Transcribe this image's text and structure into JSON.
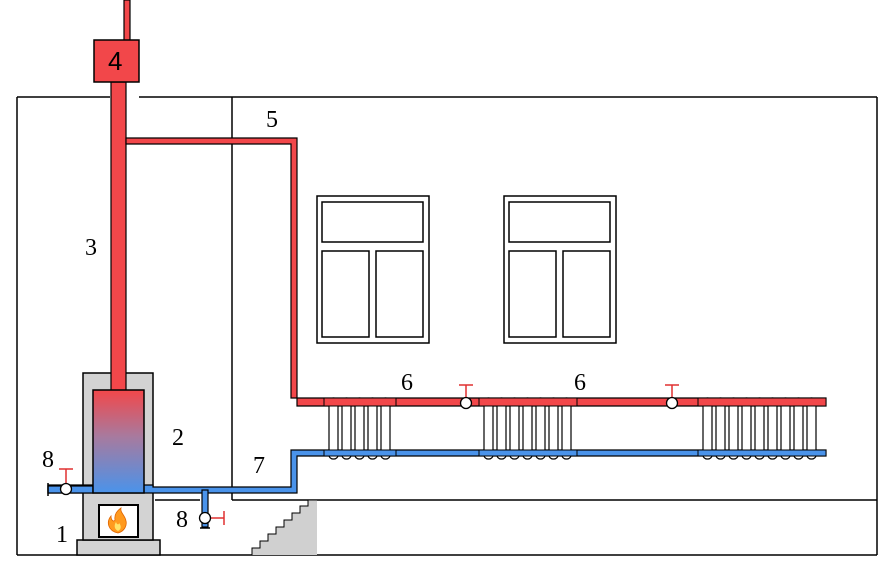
{
  "labels": {
    "boiler": "1",
    "jacket": "2",
    "riser": "3",
    "expansion_tank": "4",
    "supply_main": "5",
    "radiators_a": "6",
    "radiators_b": "6",
    "return_main": "7",
    "valve_left": "8",
    "valve_bottom": "8"
  },
  "colors": {
    "hot": "#f2474a",
    "cold": "#4a93ea",
    "outline": "#000000",
    "jacket": "#d3d3d3",
    "stairs": "#d0d0d0"
  },
  "icons": {
    "fire": "fire-icon",
    "valve": "valve-icon"
  }
}
